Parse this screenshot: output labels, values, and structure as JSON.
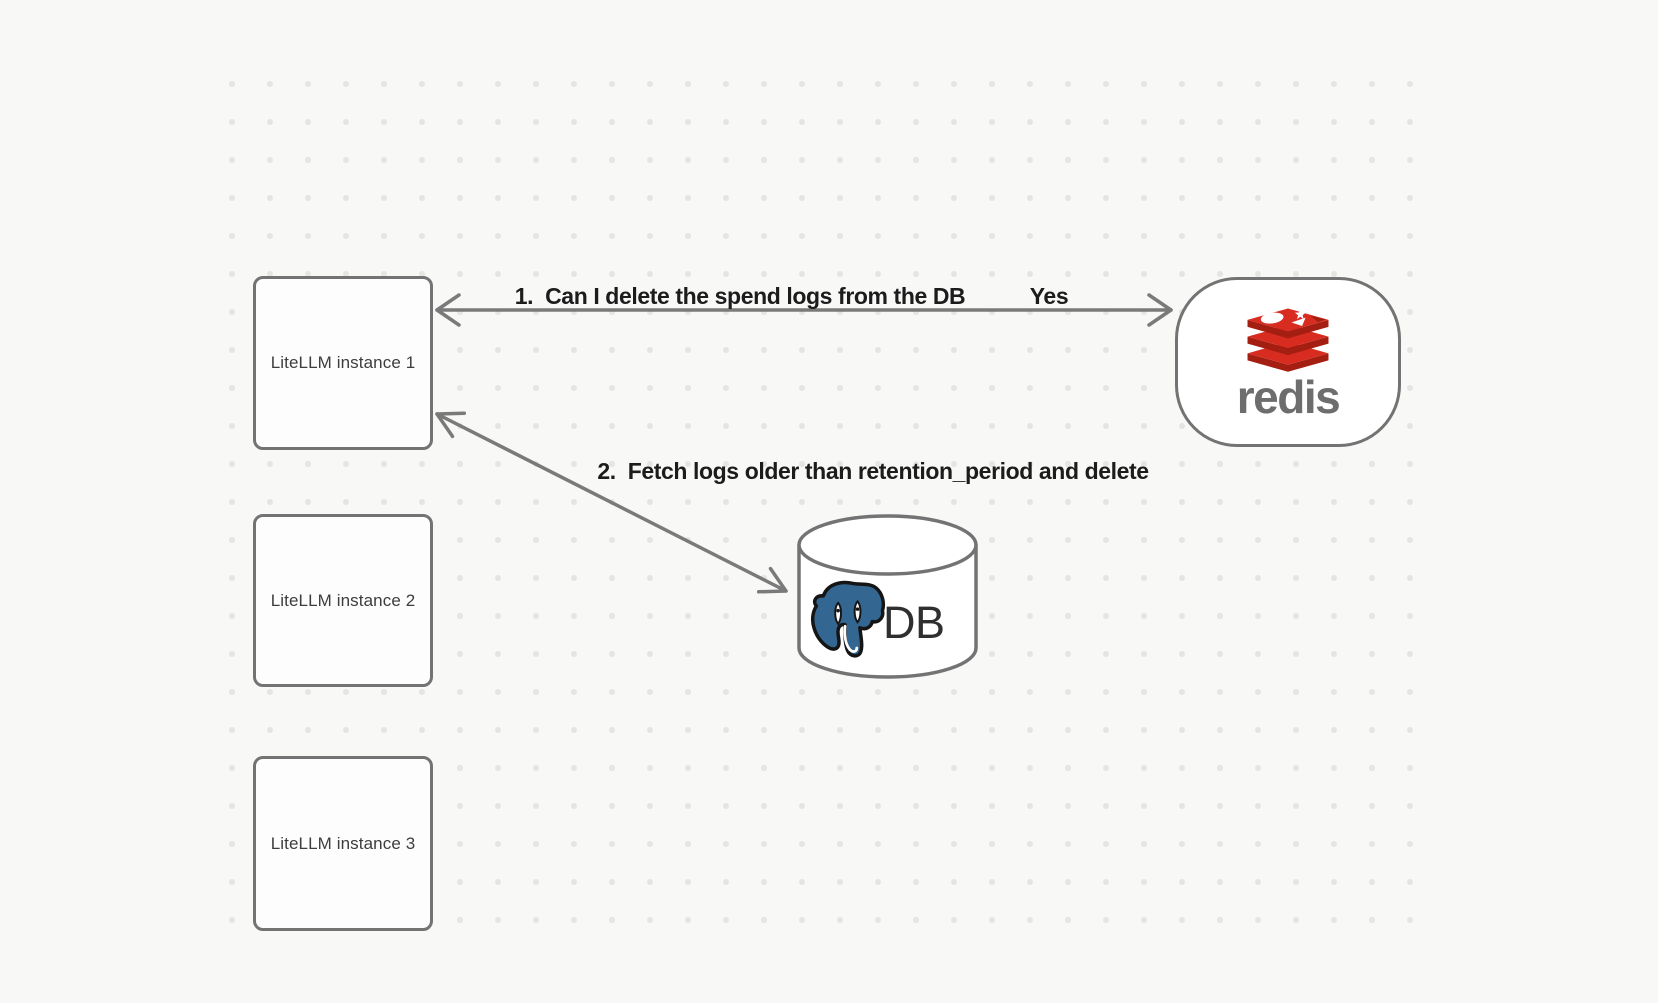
{
  "diagram": {
    "instances": [
      {
        "label": "LiteLLM instance 1"
      },
      {
        "label": "LiteLLM instance 2"
      },
      {
        "label": "LiteLLM instance 3"
      }
    ],
    "redis": {
      "wordmark": "redis",
      "icon": "redis-logo"
    },
    "database": {
      "label": "DB",
      "icon": "postgresql-elephant"
    },
    "arrows": [
      {
        "label": "1.  Can I delete the spend logs from the DB",
        "response": "Yes"
      },
      {
        "label": "2.  Fetch logs older than retention_period and delete"
      }
    ],
    "colors": {
      "background": "#f8f8f7",
      "grid_dot": "#e7e5e2",
      "stroke": "#747474",
      "label_text": "#1c1c1c",
      "node_text": "#3d3d3d",
      "redis_red": "#d82c20",
      "redis_red_dark": "#a41e11",
      "redis_wordmark": "#6d6d6d",
      "postgres_blue": "#336791"
    }
  }
}
